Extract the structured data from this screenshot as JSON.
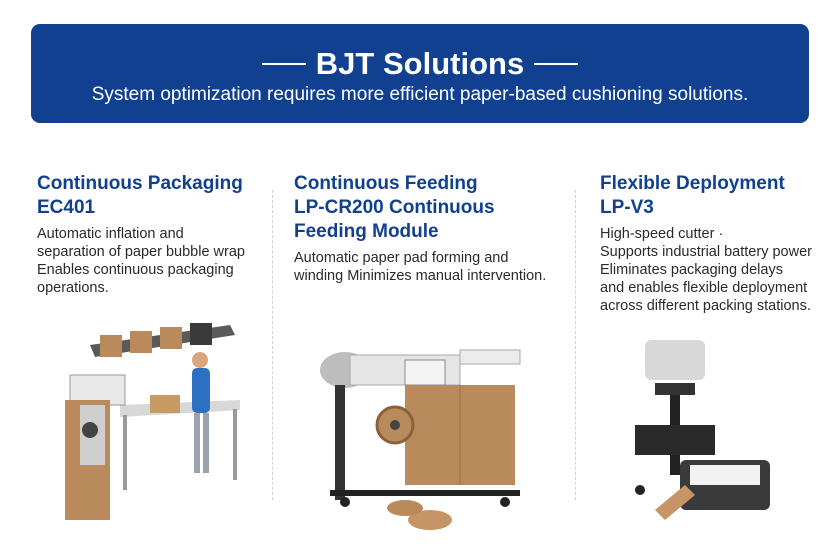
{
  "banner": {
    "title": "BJT Solutions",
    "subtitle": "System optimization requires more efficient paper-based cushioning solutions."
  },
  "columns": [
    {
      "title": "Continuous Packaging\nEC401",
      "description": "Automatic inflation and\nseparation of paper bubble wrap\nEnables continuous packaging\noperations."
    },
    {
      "title": "Continuous Feeding\nLP-CR200 Continuous\nFeeding Module",
      "description": "Automatic paper pad forming and\nwinding Minimizes manual intervention."
    },
    {
      "title": "Flexible Deployment\nLP-V3",
      "description": "High-speed cutter ·\nSupports industrial battery power\nEliminates packaging delays\nand enables flexible deployment\nacross different packing stations."
    }
  ],
  "colors": {
    "banner": "#10408f",
    "heading": "#10408f",
    "kraft": "#b98a5c"
  }
}
